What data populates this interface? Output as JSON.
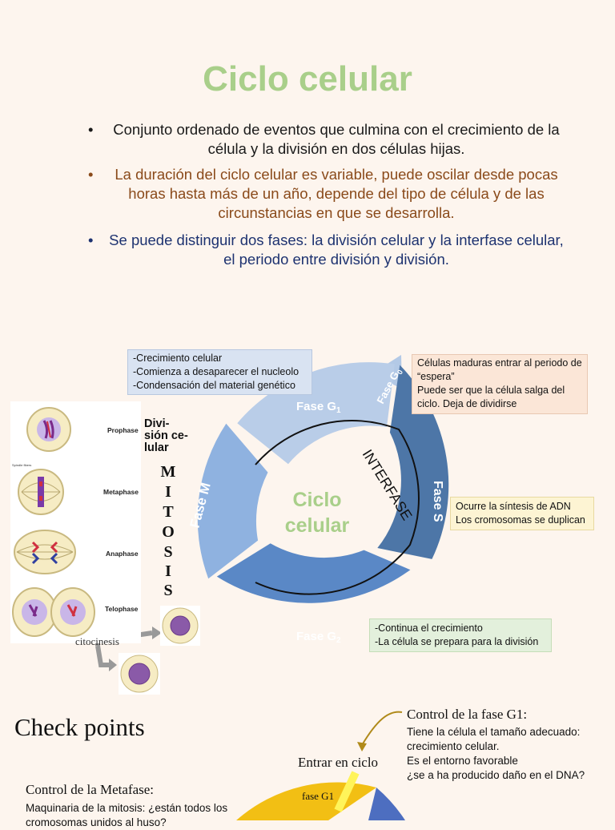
{
  "title": "Ciclo celular",
  "bullets": [
    {
      "marker": "•",
      "text": "Conjunto ordenado de eventos que culmina con el crecimiento de la célula y la división en dos células hijas."
    },
    {
      "marker": "•",
      "text": "La duración del ciclo celular es variable, puede oscilar desde pocas horas hasta más de un año, depende del tipo de célula y de las circunstancias en que se desarrolla."
    },
    {
      "marker": "•",
      "text": "Se puede distinguir dos fases: la división celular y la interfase celular, el periodo entre división y división."
    }
  ],
  "diagram": {
    "center_line1": "Ciclo",
    "center_line2": "celular",
    "phase_g1": "Fase G",
    "phase_g1_sub": "1",
    "phase_g0": "Fase G",
    "phase_g0_sub": "0",
    "phase_s": "Fase S",
    "phase_g2": "Fase G",
    "phase_g2_sub": "2",
    "phase_m": "Fase M",
    "interfase": "INTERFASE",
    "box_g1": [
      "-Crecimiento celular",
      "-Comienza a desaparecer el nucleolo",
      "-Condensación del material genético"
    ],
    "box_g0": [
      "Células maduras entrar al periodo de “espera”",
      "Puede ser que la célula salga del ciclo. Deja de dividirse"
    ],
    "box_s": [
      "Ocurre la síntesis de ADN",
      "Los cromosomas se duplican"
    ],
    "box_g2": [
      "-Continua el crecimiento",
      "-La célula se prepara para la división"
    ],
    "division_label": [
      "Divi-",
      "sión ce-",
      "lular"
    ],
    "mitosis_letters": [
      "M",
      "I",
      "T",
      "O",
      "S",
      "I",
      "S"
    ],
    "mitosis_phases": [
      "Prophase",
      "Metaphase",
      "Anaphase",
      "Telophase"
    ],
    "spindle_label": "Spindle fibers",
    "citocinesis": "citocinesis"
  },
  "checkpoints": {
    "title": "Check points",
    "g1_title": "Control de la fase G1:",
    "g1_lines": [
      "Tiene la célula el tamaño adecuado:",
      "crecimiento celular.",
      "Es el entorno favorable",
      "¿se a ha producido daño en el DNA?"
    ],
    "entrar": "Entrar en ciclo",
    "fase_g1": "fase G1",
    "meta_title": "Control de la Metafase:",
    "meta_text": "Maquinaria de la mitosis: ¿están todos los cromosomas unidos al huso?"
  },
  "colors": {
    "title": "#a9cf8a",
    "ring_g1": "#b9cde8",
    "ring_s": "#4d76a7",
    "ring_g2": "#5a88c6",
    "ring_m": "#8fb2e0",
    "g0_arrow": "#b3c9e6",
    "center_text": "#a9cf8a",
    "bullet2": "#8a4a1a",
    "bullet3": "#1d3270"
  }
}
